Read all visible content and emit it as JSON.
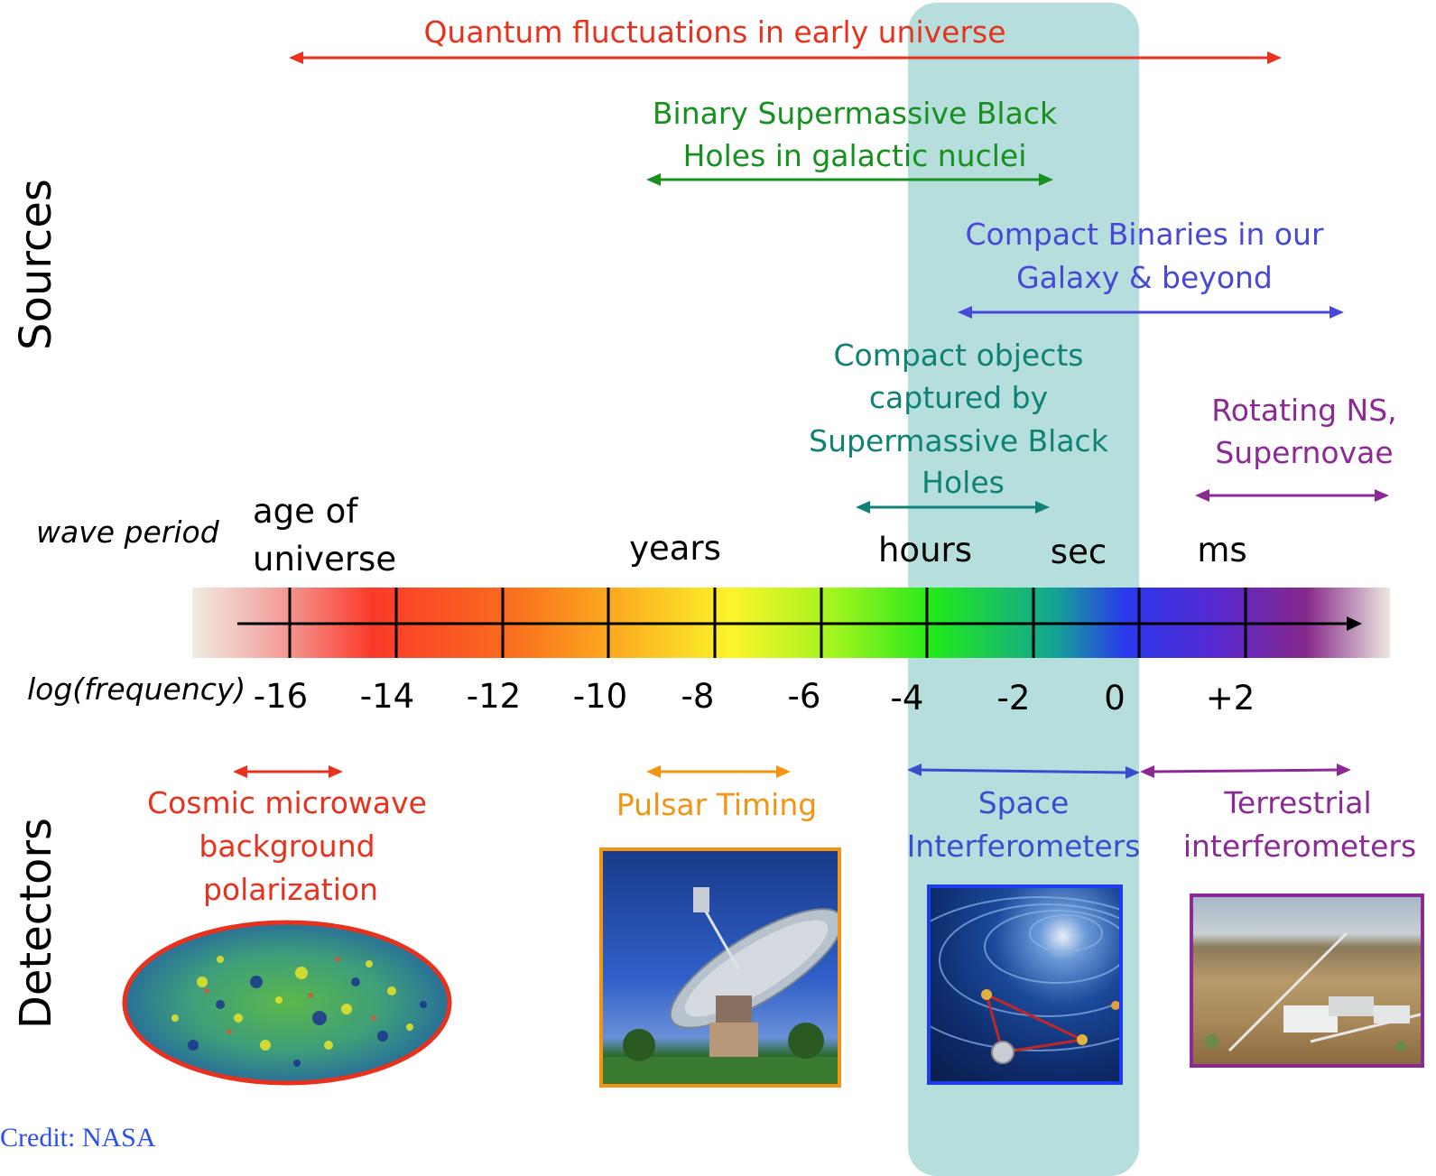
{
  "axis_titles": {
    "sources": "Sources",
    "detectors": "Detectors",
    "wave_period": "wave period",
    "log_frequency": "log(frequency)"
  },
  "period_labels": {
    "age_of_universe_line1": "age of",
    "age_of_universe_line2": "universe",
    "years": "years",
    "hours": "hours",
    "sec": "sec",
    "ms": "ms"
  },
  "frequency_ticks": [
    "-16",
    "-14",
    "-12",
    "-10",
    "-8",
    "-6",
    "-4",
    "-2",
    "0",
    "+2"
  ],
  "sources": {
    "quantum": {
      "text": "Quantum fluctuations in early universe",
      "color": "#e8321e"
    },
    "smbh_binary": {
      "line1": "Binary Supermassive Black",
      "line2": "Holes in galactic nuclei",
      "color": "#17901f"
    },
    "compact_binaries": {
      "line1": "Compact Binaries in our",
      "line2": "Galaxy & beyond",
      "color": "#4848d8"
    },
    "captured": {
      "line1": "Compact objects",
      "line2": "captured by",
      "line3": "Supermassive Black",
      "line4": "Holes",
      "color": "#0f8275"
    },
    "rotating_ns": {
      "line1": "Rotating NS,",
      "line2": "Supernovae",
      "color": "#8c2a95"
    }
  },
  "detectors": {
    "cmb": {
      "line1": "Cosmic microwave",
      "line2": "background",
      "line3": "polarization",
      "color": "#e8321e"
    },
    "pulsar": {
      "text": "Pulsar Timing",
      "color": "#f39412"
    },
    "space": {
      "line1": "Space",
      "line2": "Interferometers",
      "color": "#3a4cd0"
    },
    "terrestrial": {
      "line1": "Terrestrial",
      "line2": "interferometers",
      "color": "#8c2a95"
    }
  },
  "credit": "Credit: NASA",
  "highlight_color": "#b5dedd"
}
